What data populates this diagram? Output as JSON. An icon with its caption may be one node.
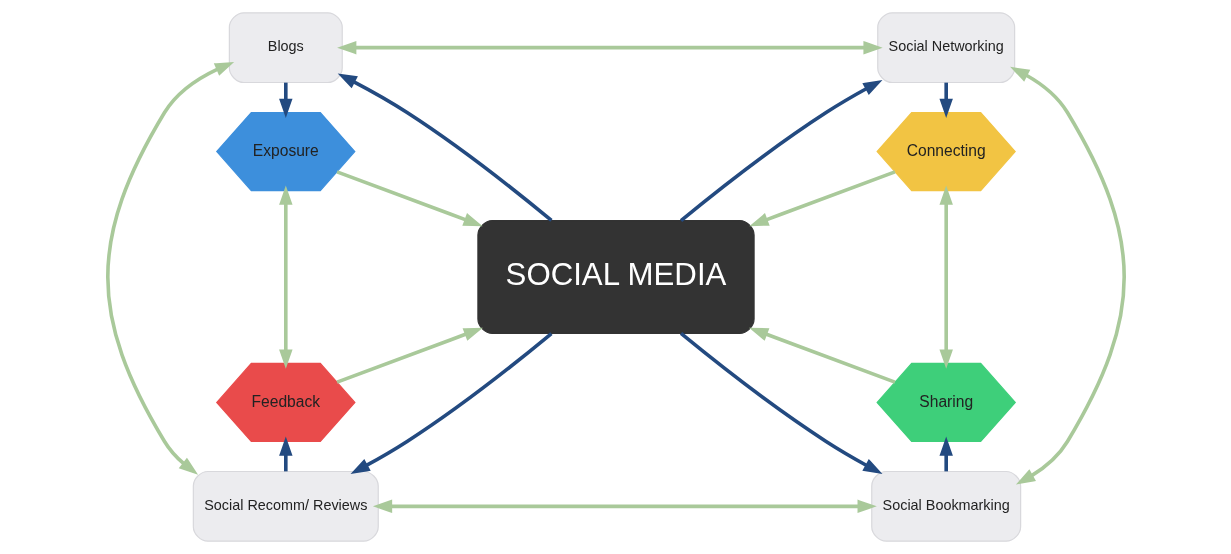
{
  "diagram": {
    "nodes": [
      {
        "text": [
          "Blogs"
        ]
      },
      {
        "text": [
          "Social Networking"
        ]
      },
      {
        "text": [
          "Exposure"
        ]
      },
      {
        "text": [
          "Connecting"
        ]
      },
      {
        "text": [
          "SOCIAL MEDIA"
        ]
      },
      {
        "text": [
          "Feedback"
        ]
      },
      {
        "text": [
          "Sharing"
        ]
      },
      {
        "text": [
          "Social Recomm/ Reviews"
        ]
      },
      {
        "text": [
          "Social Bookmarking"
        ]
      }
    ],
    "edges": [
      {
        "from": 0,
        "to": 1,
        "arrow": "both"
      },
      {
        "from": 4,
        "to": 0,
        "arrow": "to",
        "color": "#234a80"
      },
      {
        "from": 4,
        "to": 1,
        "arrow": "to",
        "color": "#234a80"
      },
      {
        "from": 0,
        "to": 2,
        "arrow": "to",
        "color": "#234a80"
      },
      {
        "from": 1,
        "to": 3,
        "arrow": "to",
        "color": "#234a80"
      },
      {
        "from": 2,
        "to": 4,
        "arrow": "to"
      },
      {
        "from": 3,
        "to": 4,
        "arrow": "to"
      },
      {
        "from": 2,
        "to": 5,
        "arrow": "both"
      },
      {
        "from": 3,
        "to": 6,
        "arrow": "both"
      },
      {
        "from": 0,
        "to": 7,
        "arrow": "both"
      },
      {
        "from": 1,
        "to": 8,
        "arrow": "both"
      },
      {
        "from": 5,
        "to": 4,
        "arrow": "to"
      },
      {
        "from": 6,
        "to": 4,
        "arrow": "to"
      },
      {
        "from": 7,
        "to": 5,
        "arrow": "to",
        "color": "#234a80"
      },
      {
        "from": 8,
        "to": 6,
        "arrow": "to",
        "color": "#234a80"
      },
      {
        "from": 4,
        "to": 7,
        "arrow": "to",
        "color": "#234a80"
      },
      {
        "from": 4,
        "to": 8,
        "arrow": "to",
        "color": "#234a80"
      },
      {
        "from": 7,
        "to": 8,
        "arrow": "both"
      }
    ]
  }
}
